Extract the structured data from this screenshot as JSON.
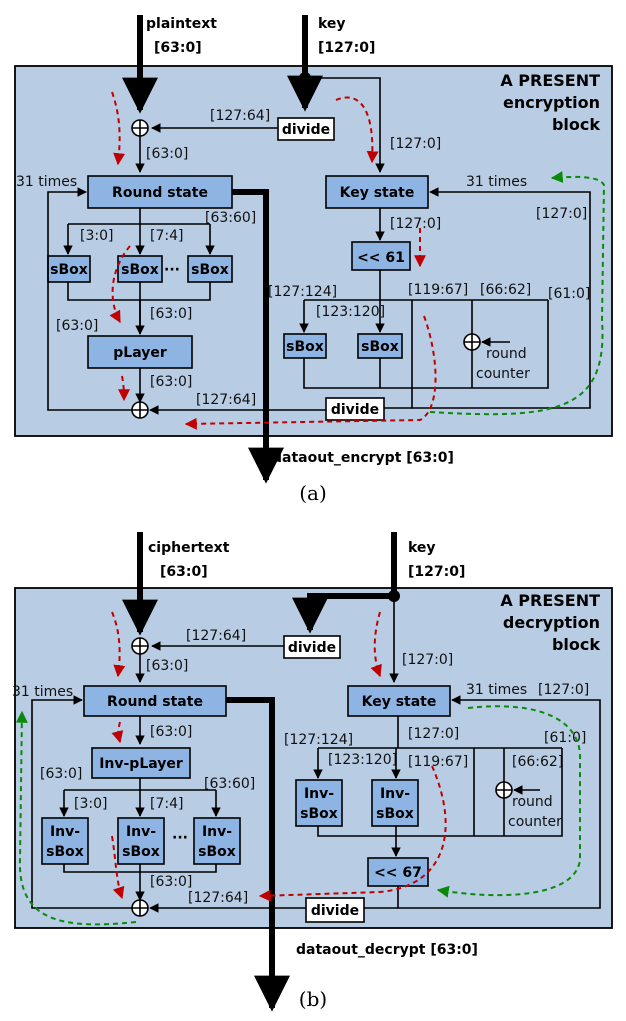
{
  "a": {
    "top_left": {
      "name": "plaintext",
      "bits": "[63:0]"
    },
    "top_right": {
      "name": "key",
      "bits": "[127:0]"
    },
    "title": [
      "A PRESENT",
      "encryption",
      "block"
    ],
    "caption": "(a)",
    "round_state": "Round state",
    "key_state": "Key state",
    "times_left": "31 times",
    "times_right": "31 times",
    "divide": "divide",
    "shift": "<< 61",
    "sbox": "sBox",
    "dots": "···",
    "player": "pLayer",
    "round_counter": [
      "round",
      "counter"
    ],
    "dataout": "dataout_encrypt [63:0]",
    "labels": {
      "b127_64_top": "[127:64]",
      "b63_0_in": "[63:0]",
      "b127_0_key": "[127:0]",
      "b127_0_ks": "[127:0]",
      "b127_0_loop": "[127:0]",
      "b3_0": "[3:0]",
      "b7_4": "[7:4]",
      "b63_60": "[63:60]",
      "b63_0_sb": "[63:0]",
      "b63_0_left": "[63:0]",
      "b63_0_pl": "[63:0]",
      "b127_64_bot": "[127:64]",
      "b127_124": "[127:124]",
      "b123_120": "[123:120]",
      "b119_67": "[119:67]",
      "b66_62": "[66:62]",
      "b61_0": "[61:0]"
    }
  },
  "b": {
    "top_left": {
      "name": "ciphertext",
      "bits": "[63:0]"
    },
    "top_right": {
      "name": "key",
      "bits": "[127:0]"
    },
    "title": [
      "A PRESENT",
      "decryption",
      "block"
    ],
    "caption": "(b)",
    "round_state": "Round state",
    "key_state": "Key state",
    "times_left": "31 times",
    "times_right": "31 times",
    "divide": "divide",
    "shift": "<< 67",
    "inv_player": "Inv-pLayer",
    "inv_sbox": [
      "Inv-",
      "sBox"
    ],
    "dots": "···",
    "round_counter": [
      "round",
      "counter"
    ],
    "dataout": "dataout_decrypt [63:0]",
    "labels": {
      "b127_64_top": "[127:64]",
      "b63_0_in": "[63:0]",
      "b127_0_key": "[127:0]",
      "b127_0_ks": "[127:0]",
      "b127_0_loop": "[127:0]",
      "b63_0_rs": "[63:0]",
      "b63_0_left": "[63:0]",
      "b3_0": "[3:0]",
      "b7_4": "[7:4]",
      "b63_60": "[63:60]",
      "b63_0_sb": "[63:0]",
      "b127_64_bot": "[127:64]",
      "b127_124": "[127:124]",
      "b123_120": "[123:120]",
      "b119_67": "[119:67]",
      "b66_62": "[66:62]",
      "b61_0": "[61:0]"
    }
  }
}
